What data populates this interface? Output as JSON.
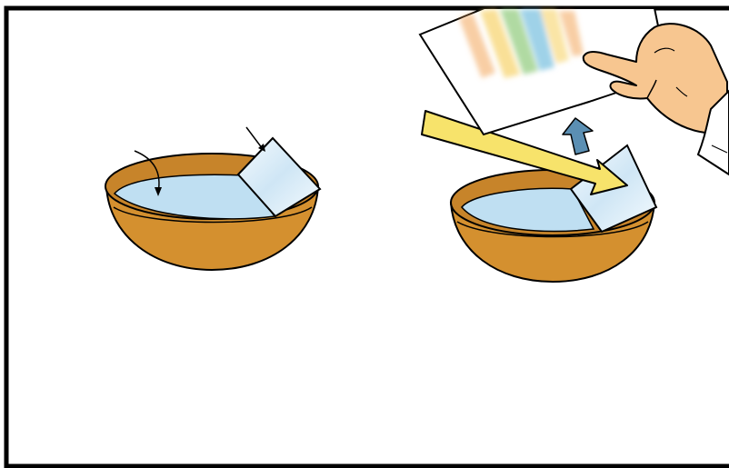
{
  "illustration": {
    "panels": [
      {
        "id": "left-panel",
        "items": [
          "bowl",
          "water",
          "glass-slide",
          "pointer-arrow-water",
          "pointer-arrow-slide"
        ]
      },
      {
        "id": "right-panel",
        "items": [
          "bowl",
          "water",
          "glass-slide",
          "light-beam",
          "lift-arrow",
          "paper-with-spectrum",
          "hand"
        ]
      }
    ],
    "colors": {
      "frame": "#000000",
      "bowl_outer": "#D4902F",
      "bowl_inner": "#C7842A",
      "bowl_rim": "#E0A040",
      "water": "#BFDFF2",
      "glass": "#DDEFF9",
      "light_beam": "#F7E36B",
      "lift_arrow": "#5B8FB3",
      "skin": "#F7C690",
      "paper": "#FFFFFF",
      "sleeve": "#FFFFFF",
      "spectrum": [
        "#F2A65A",
        "#F6D36B",
        "#8FCB7A",
        "#7FC3E0",
        "#F2A65A"
      ]
    }
  }
}
